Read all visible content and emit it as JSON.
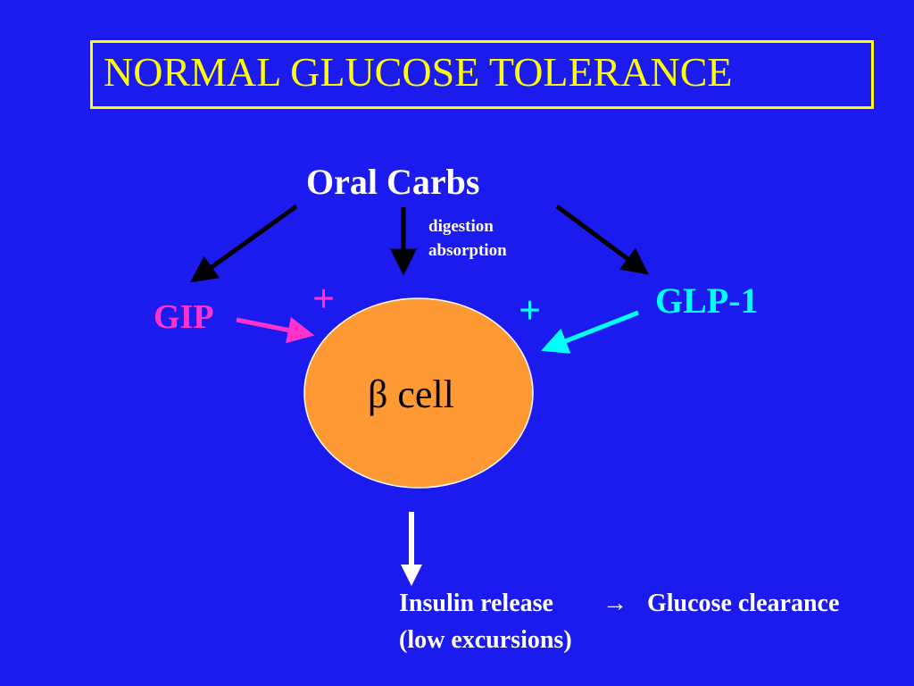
{
  "title": "NORMAL GLUCOSE TOLERANCE",
  "nodes": {
    "oral_carbs": "Oral Carbs",
    "digestion": "digestion",
    "absorption": "absorption",
    "gip": "GIP",
    "glp1": "GLP-1",
    "plus_left": "+",
    "plus_right": "+",
    "beta_symbol": "β",
    "cell_word": "cell"
  },
  "outcome": {
    "insulin_release": "Insulin release",
    "arrow": "→",
    "glucose_clearance": "Glucose clearance",
    "excursions": "(low excursions)"
  },
  "colors": {
    "background": "#1b1bf0",
    "title": "#ffff00",
    "gip": "#ff33cc",
    "glp1": "#00ffff",
    "cell_fill": "#ff9933",
    "cell_border": "#ffffff"
  }
}
